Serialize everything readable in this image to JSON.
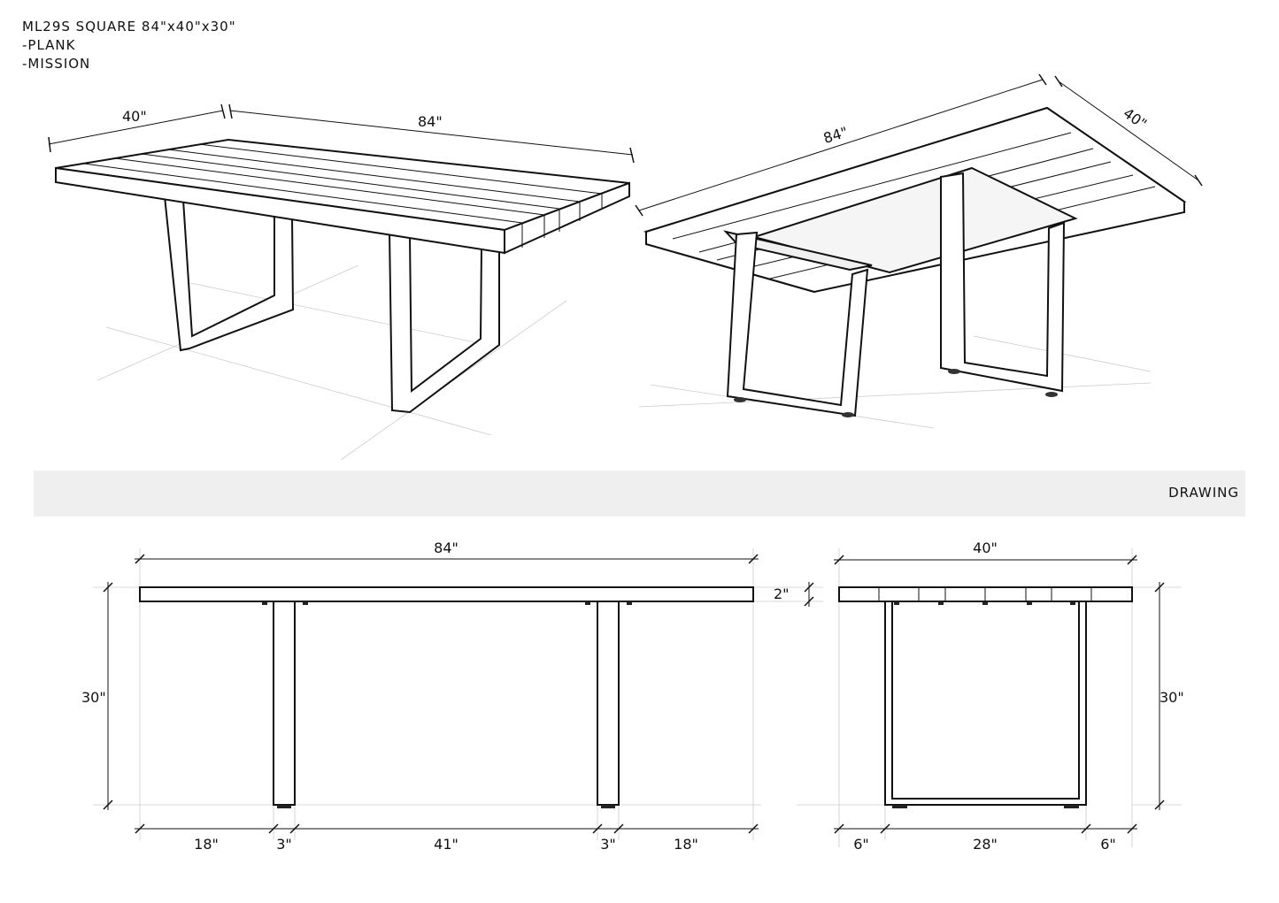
{
  "header": {
    "model_line": "ML29S SQUARE 84\"x40\"x30\"",
    "option_1": "-PLANK",
    "option_2": "-MISSION"
  },
  "iso_left": {
    "width_label": "40\"",
    "length_label": "84\""
  },
  "iso_right": {
    "length_label": "84\"",
    "width_label": "40\""
  },
  "band": {
    "label": "DRAWING"
  },
  "front_view": {
    "length_label": "84\"",
    "height_label": "30\"",
    "top_thickness_label": "2\"",
    "segments": [
      "18\"",
      "3\"",
      "41\"",
      "3\"",
      "18\""
    ]
  },
  "side_view": {
    "width_label": "40\"",
    "height_label": "30\"",
    "segments": [
      "6\"",
      "28\"",
      "6\""
    ]
  }
}
